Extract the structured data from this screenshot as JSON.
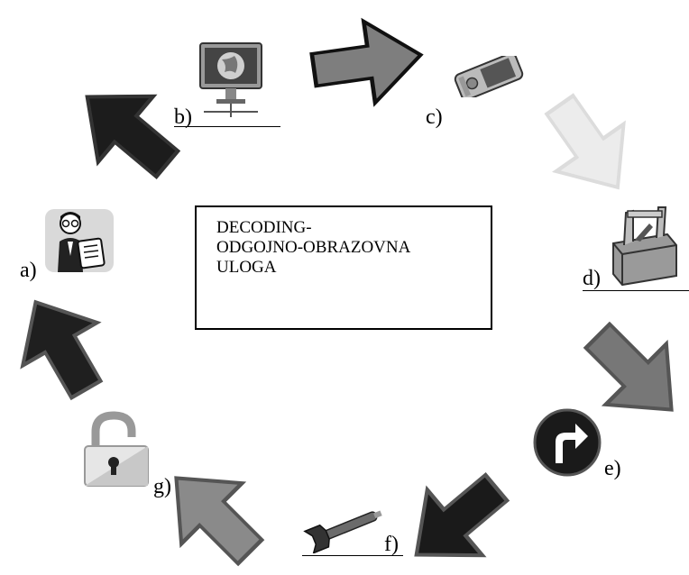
{
  "center": {
    "lines": [
      "DECODING-",
      "ODGOJNO-OBRAZOVNA",
      "ULOGA"
    ]
  },
  "labels": {
    "a": "a)",
    "b": "b)",
    "c": "c)",
    "d": "d)",
    "e": "e)",
    "f": "f)",
    "g": "g)"
  },
  "icons": {
    "a": "teacher-with-clipboard-icon",
    "b": "computer-monitor-globe-icon",
    "c": "mobile-phone-icon",
    "d": "toolbox-icon",
    "e": "turn-right-sign-icon",
    "f": "wrench-icon",
    "g": "open-padlock-icon"
  },
  "arrow_colors": {
    "b_to_a": "#1c1c1c",
    "b_to_c": "#7e7e7e",
    "c_to_d": "#ececec",
    "d_to_e": "#777777",
    "e_to_f": "#1a1a1a",
    "f_to_g": "#8a8a8a",
    "g_to_a": "#1f1f1f"
  }
}
